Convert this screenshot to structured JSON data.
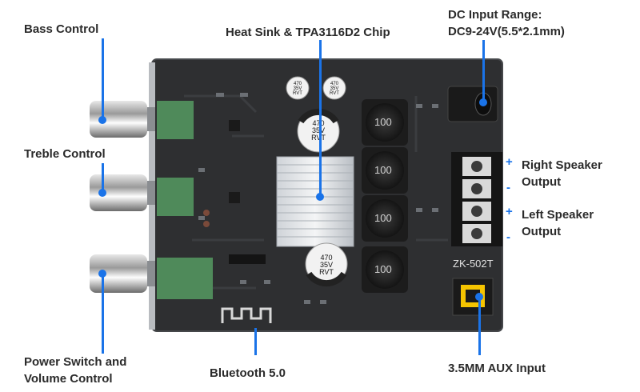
{
  "labels": {
    "bass": "Bass Control",
    "treble": "Treble Control",
    "power_line1": "Power Switch and",
    "power_line2": "Volume Control",
    "heatsink": "Heat Sink & TPA3116D2 Chip",
    "dc_line1": "DC Input Range:",
    "dc_line2": "DC9-24V(5.5*2.1mm)",
    "right_line1": "Right Speaker",
    "right_line2": "Output",
    "left_line1": "Left Speaker",
    "left_line2": "Output",
    "bluetooth": "Bluetooth 5.0",
    "aux": "3.5MM AUX Input"
  },
  "signs": {
    "plus": "+",
    "minus": "-"
  },
  "board": {
    "model": "ZK-502T",
    "inductor": "100",
    "capacitor": [
      "470",
      "35V",
      "RVT"
    ],
    "small_capacitor": [
      "470",
      "35V",
      "RVT"
    ]
  },
  "colors": {
    "accent": "#1a73e8",
    "board": "#2e2f31",
    "text": "#2b2b2b"
  }
}
